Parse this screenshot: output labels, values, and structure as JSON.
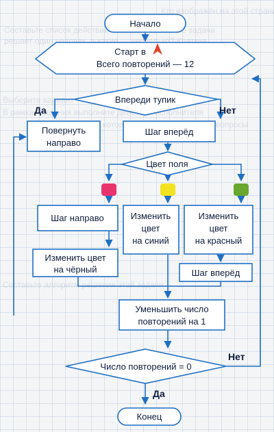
{
  "nodes": {
    "start": "Начало",
    "init_line1": "Старт в",
    "init_line2": "Всего повторений — 12",
    "cond_deadend": "Впереди тупик",
    "turn_right_l1": "Повернуть",
    "turn_right_l2": "направо",
    "step_forward": "Шаг вперёд",
    "cell_color": "Цвет поля",
    "step_right": "Шаг направо",
    "change_blue_l1": "Изменить",
    "change_blue_l2": "цвет",
    "change_blue_l3": "на синий",
    "change_red_l1": "Изменить",
    "change_red_l2": "цвет",
    "change_red_l3": "на красный",
    "change_black_l1": "Изменить цвет",
    "change_black_l2": "на чёрный",
    "step_forward_2": "Шаг вперёд",
    "decrease_l1": "Уменьшить число",
    "decrease_l2": "повторений на 1",
    "cond_count": "Число повторений = 0",
    "end": "Конец"
  },
  "branch_labels": {
    "deadend_yes": "Да",
    "deadend_no": "Нет",
    "count_no": "Нет",
    "count_yes": "Да"
  },
  "background_text": [
    "Кто изображён на этой странице? Ответь на вопрос.",
    "Составьте список действий исполнителя. Какие задачи",
    "решает один человек, а какие — несколько? Краткие",
    "Выберите вариант",
    "В рамках задания выполните действия исполнителя",
    "которые помогут ответить на вопросы",
    "Составьте алгоритм решения этой задачи."
  ],
  "colors": {
    "stroke": "#1f6fc4",
    "text": "#0f1d3a",
    "pink_marker": "#e8336d",
    "yellow_marker": "#f2e21f",
    "green_marker": "#6aa72e",
    "robot_icon": "#e2452c"
  },
  "icons": [
    "robot-arrow-icon"
  ]
}
